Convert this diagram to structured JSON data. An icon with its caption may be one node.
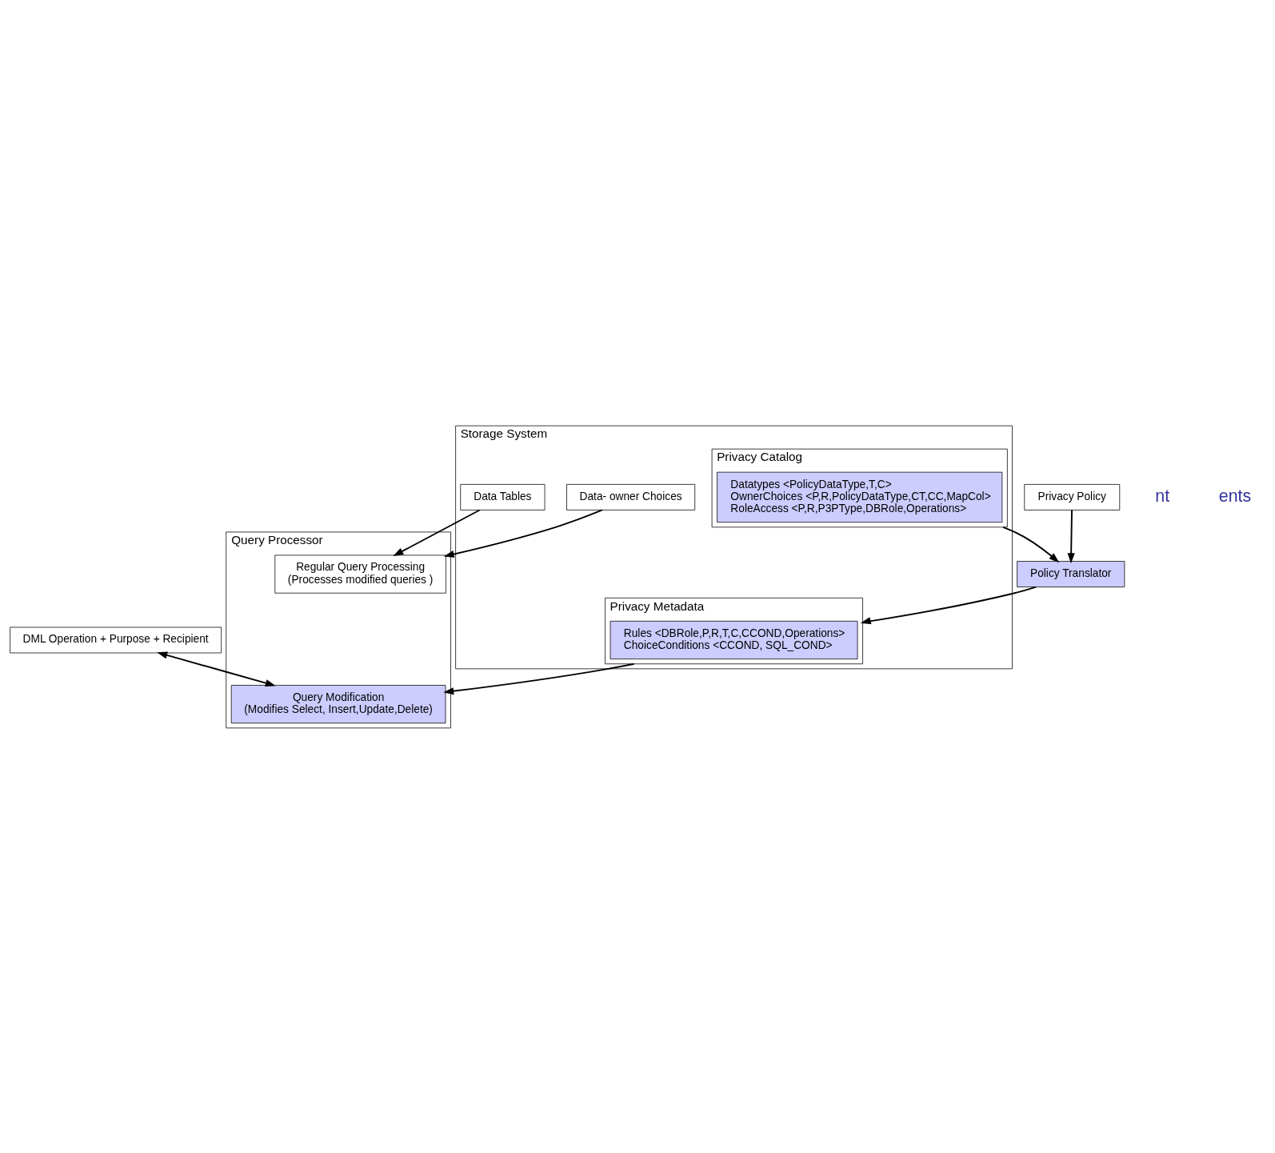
{
  "diagram": {
    "nodes": [
      {
        "text": [
          "DML Operation + Purpose + Recipient"
        ]
      },
      {
        "text": [
          "Query Processor"
        ]
      },
      {
        "text": [
          "Query Modification",
          "(Modifies Select, Insert,Update,Delete)"
        ],
        "in": 1
      },
      {
        "text": [
          "Regular Query Processing",
          "(Processes modified queries )"
        ],
        "in": 1
      },
      {
        "text": [
          "Privacy Policy"
        ]
      },
      {
        "text": [
          "Policy Translator"
        ]
      },
      {
        "text": [
          "Storage System"
        ]
      },
      {
        "text": [
          "Privacy Metadata"
        ],
        "in": 6
      },
      {
        "text": [
          "Rules <DBRole,P,R,T,C,CCOND,Operations>",
          "ChoiceConditions <CCOND, SQL_COND>"
        ],
        "in": 7
      },
      {
        "text": [
          "Privacy Catalog"
        ],
        "in": 6
      },
      {
        "text": [
          "Datatypes <PolicyDataType,T,C>",
          "OwnerChoices <P,R,PolicyDataType,CT,CC,MapCol>",
          "RoleAccess <P,R,P3PType,DBRole,Operations>"
        ],
        "in": 9
      },
      {
        "text": [
          "Data- owner Choices"
        ],
        "in": 6
      },
      {
        "text": [
          "Data Tables"
        ],
        "in": 6
      }
    ],
    "edges": [
      {
        "from": 0,
        "to": 2,
        "arrow": "both"
      },
      {
        "from": 4,
        "to": 5,
        "arrow": "to"
      },
      {
        "from": 5,
        "to": 7,
        "arrow": "to"
      },
      {
        "from": 9,
        "to": 5,
        "arrow": "to"
      },
      {
        "from": 7,
        "to": 2,
        "arrow": "to"
      },
      {
        "from": 12,
        "to": 3,
        "arrow": "to"
      },
      {
        "from": 11,
        "to": 3,
        "arrow": "to"
      }
    ],
    "labels": [
      "nt",
      "ents"
    ]
  }
}
